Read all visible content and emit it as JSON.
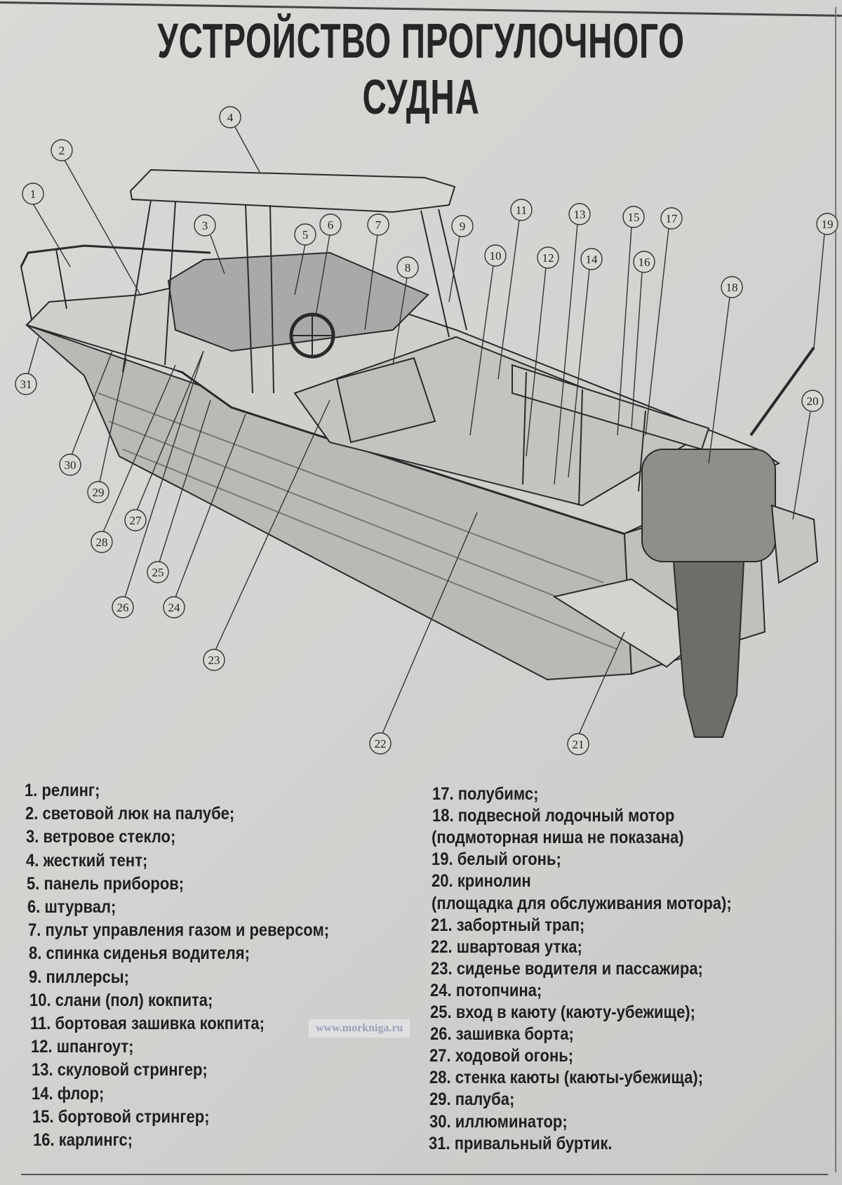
{
  "title": "УСТРОЙСТВО ПРОГУЛОЧНОГО СУДНА",
  "callouts": [
    "1",
    "2",
    "3",
    "4",
    "5",
    "6",
    "7",
    "8",
    "9",
    "10",
    "11",
    "12",
    "13",
    "14",
    "15",
    "16",
    "17",
    "18",
    "19",
    "20",
    "21",
    "22",
    "23",
    "24",
    "25",
    "26",
    "27",
    "28",
    "29",
    "30",
    "31"
  ],
  "legend_left": [
    "1. релинг;",
    "2. световой люк на палубе;",
    "3. ветровое стекло;",
    "4. жесткий тент;",
    "5. панель приборов;",
    "6. штурвал;",
    "7. пульт управления газом и реверсом;",
    "8. спинка сиденья водителя;",
    "9. пиллерсы;",
    "10. слани (пол) кокпита;",
    "11. бортовая зашивка кокпита;",
    "12. шпангоут;",
    "13. скуловой стрингер;",
    "14. флор;",
    "15. бортовой стрингер;",
    "16. карлингс;"
  ],
  "legend_right": [
    "17. полубимс;",
    "18. подвесной лодочный мотор",
    "(подмоторная ниша не показана)",
    "19. белый огонь;",
    "20. кринолин",
    "(площадка для обслуживания мотора);",
    "21. забортный трап;",
    "22. швартовая утка;",
    "23. сиденье водителя и пассажира;",
    "24. потопчина;",
    "25. вход в каюту (каюту-убежище);",
    "26. зашивка борта;",
    "27. ходовой огонь;",
    "28. стенка каюты (каюты-убежища);",
    "29. палуба;",
    "30. иллюминатор;",
    "31. привальный буртик."
  ],
  "watermark": "www.morkniga.ru"
}
